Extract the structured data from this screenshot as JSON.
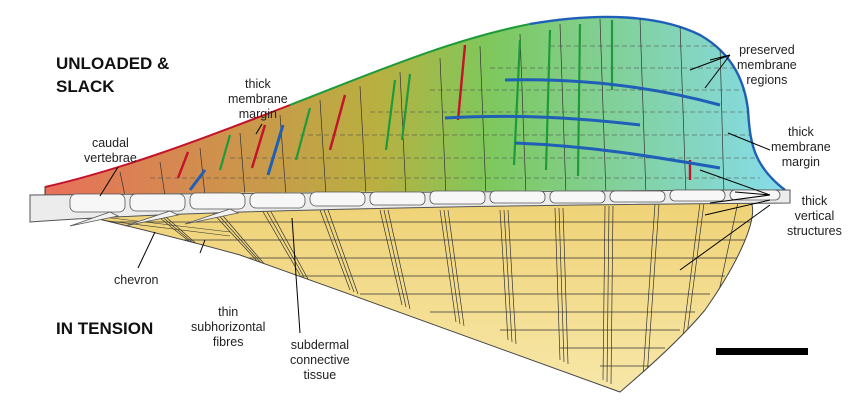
{
  "headings": {
    "top": "UNLOADED &\nSLACK",
    "bottom": "IN TENSION"
  },
  "labels": {
    "thick_membrane_margin_left": "thick\nmembrane\nmargin",
    "caudal_vertebrae": "caudal\nvertebrae",
    "preserved_membrane_regions": "preserved\nmembrane\nregions",
    "thick_membrane_margin_right": "thick\nmembrane\nmargin",
    "thick_vertical_structures": "thick\nvertical\nstructures",
    "chevron": "chevron",
    "thin_subhorizontal_fibres": "thin\nsubhorizontal\nfibres",
    "subdermal_connective_tissue": "subdermal\nconnective\ntissue"
  },
  "colors": {
    "upper_gradient_start": "#e8705a",
    "upper_gradient_mid": "#9cc83a",
    "upper_gradient_end": "#7fd8e8",
    "lower_fill": "#f2db85",
    "red_fibres": "#c4122a",
    "green_fibres": "#1f9a3a",
    "blue_fibres": "#1f5fb8",
    "vertebrae_fill": "#ececec"
  }
}
